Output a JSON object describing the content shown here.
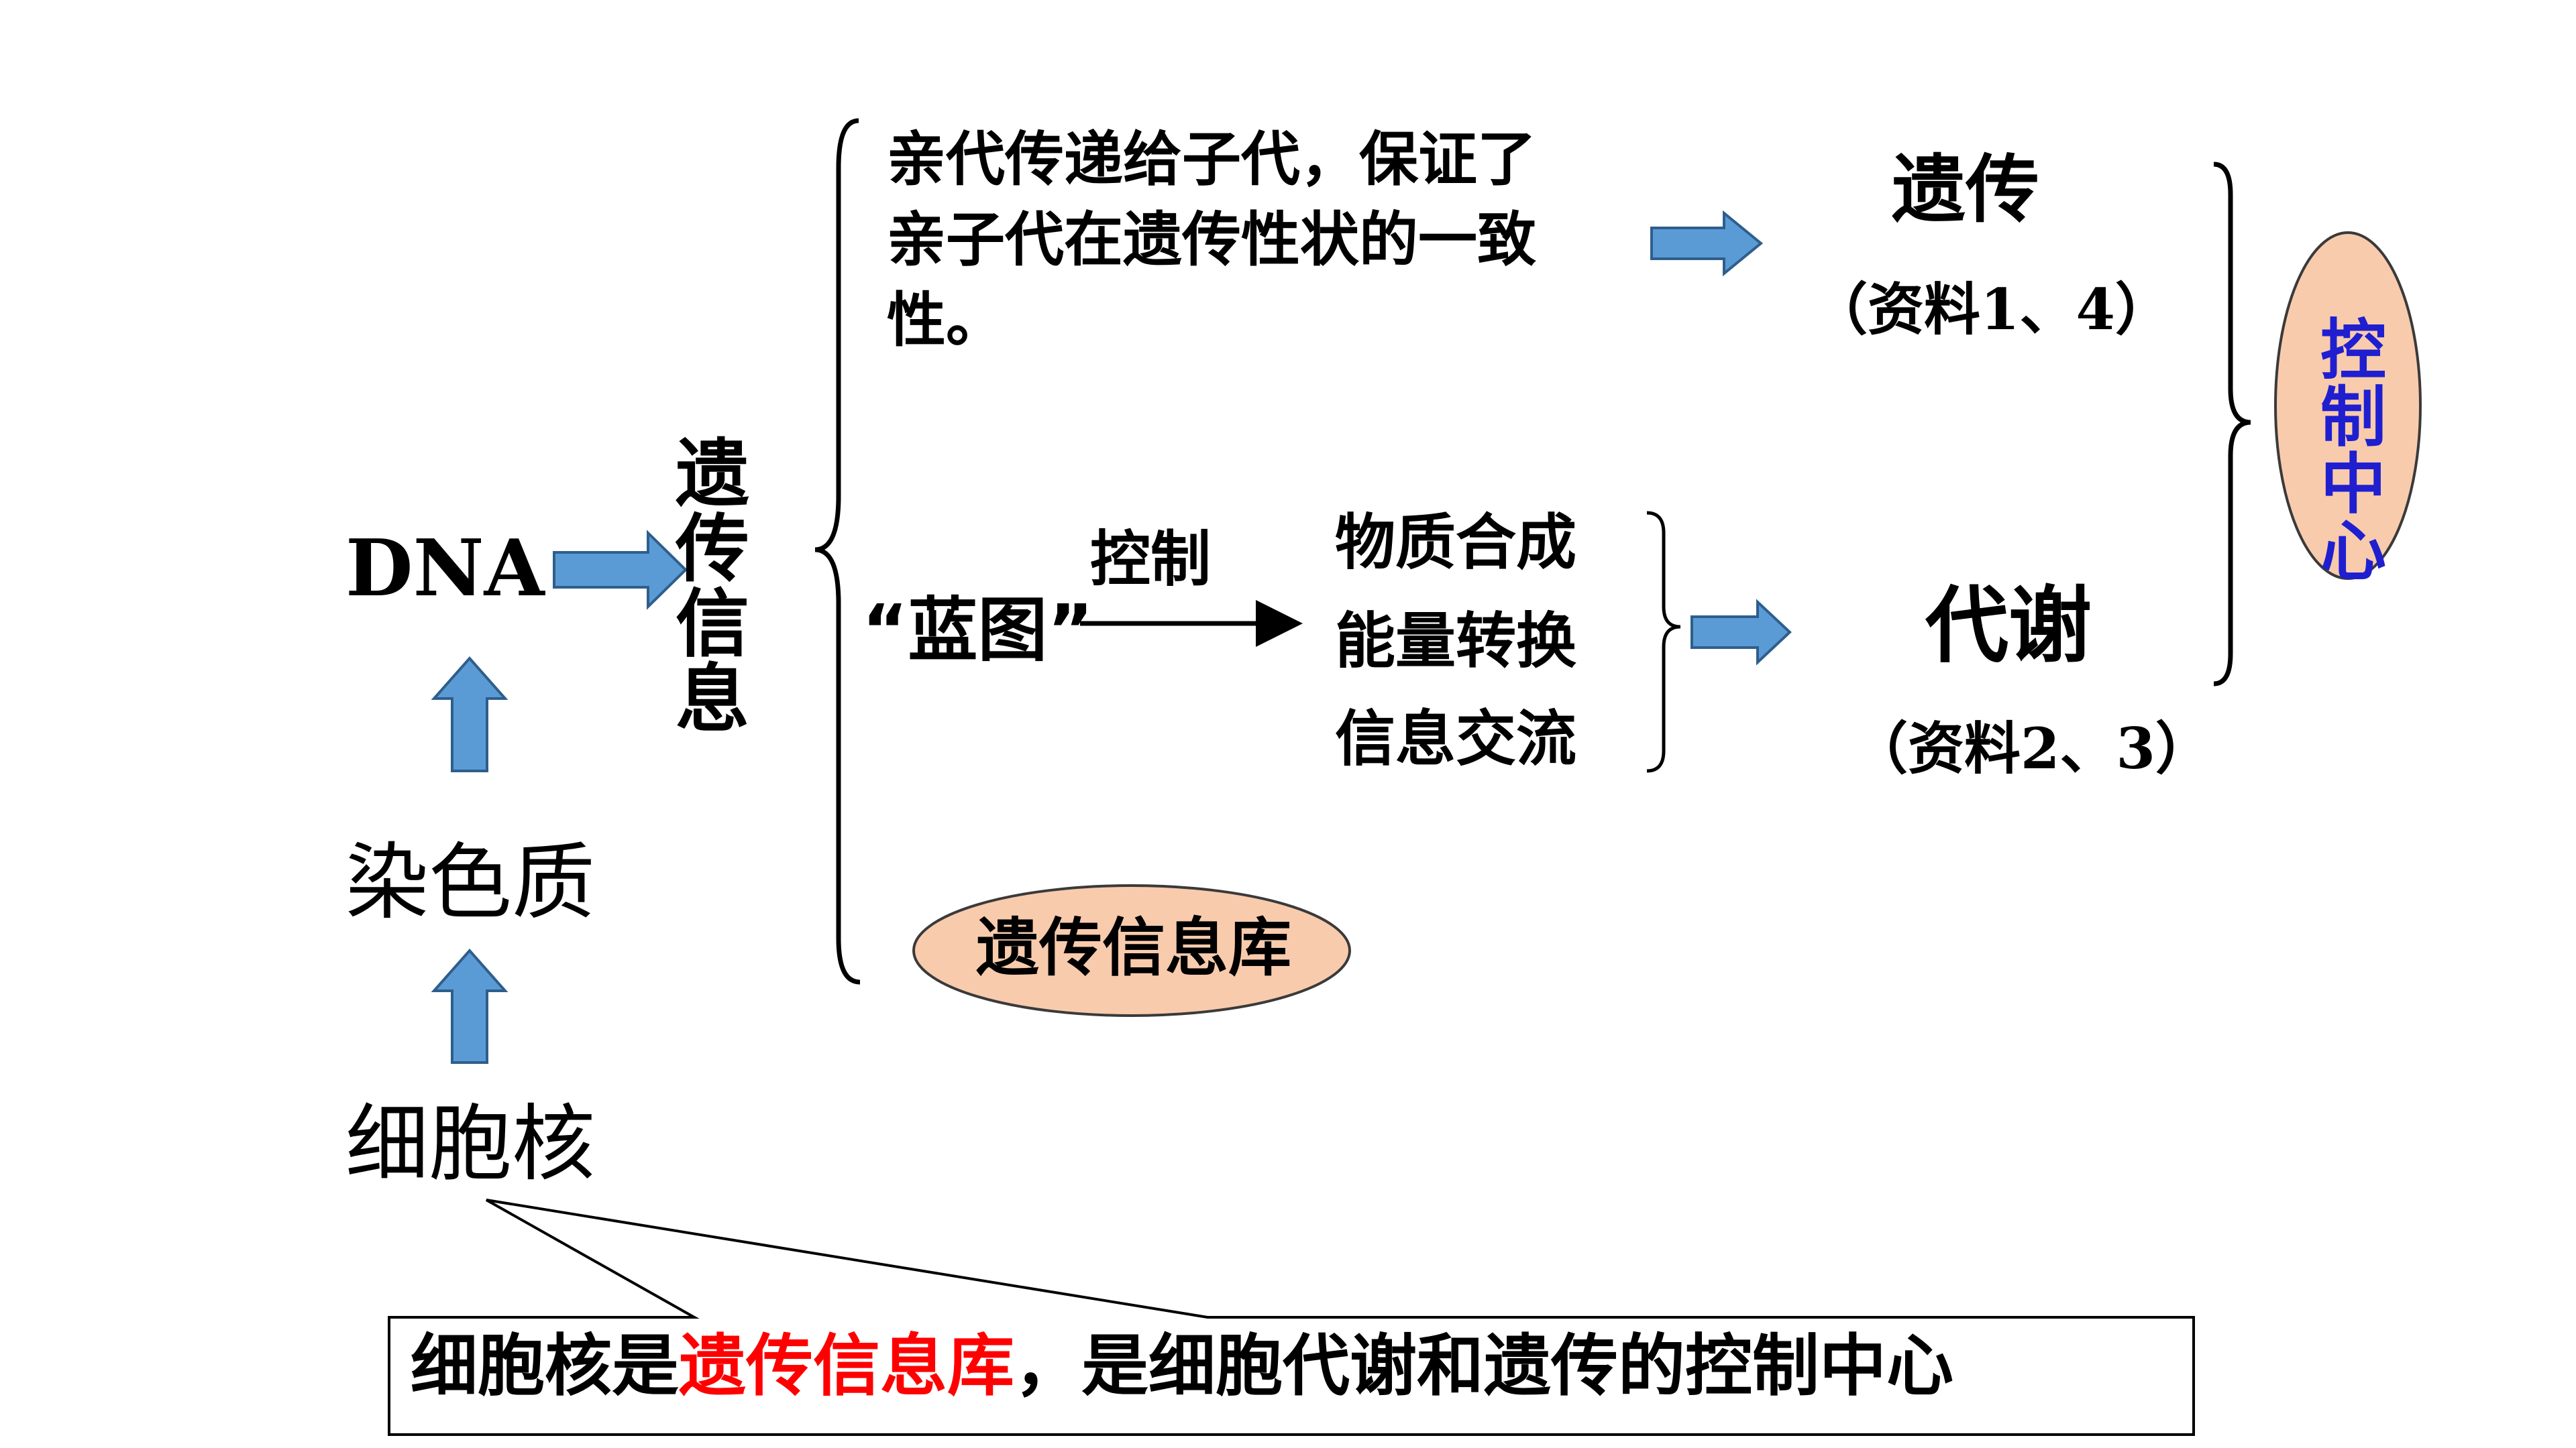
{
  "chain": {
    "dna": "DNA",
    "chromatin": "染色质",
    "nucleus": "细胞核"
  },
  "genetic_info_vertical": "遗传信息",
  "top_branch": {
    "text": "亲代传递给子代，保证了亲子代在遗传性状的一致性。",
    "result": "遗传",
    "source": "（资料1、4）"
  },
  "bottom_branch": {
    "blueprint": "“蓝图”",
    "control_label": "控制",
    "items": [
      "物质合成",
      "能量转换",
      "信息交流"
    ],
    "result": "代谢",
    "source": "（资料2、3）"
  },
  "oval_library": "遗传信息库",
  "control_center": "控制中心",
  "callout": {
    "prefix": "细胞核是",
    "highlight": "遗传信息库",
    "suffix": "，是细胞代谢和遗传的控制中心"
  },
  "colors": {
    "arrow_fill": "#5B9BD5",
    "arrow_stroke": "#2E5E8C",
    "oval_fill": "#F8CBAD",
    "oval_stroke": "#3A3A3A",
    "highlight_red": "#FF0000",
    "control_center_text": "#1F1FD0"
  }
}
